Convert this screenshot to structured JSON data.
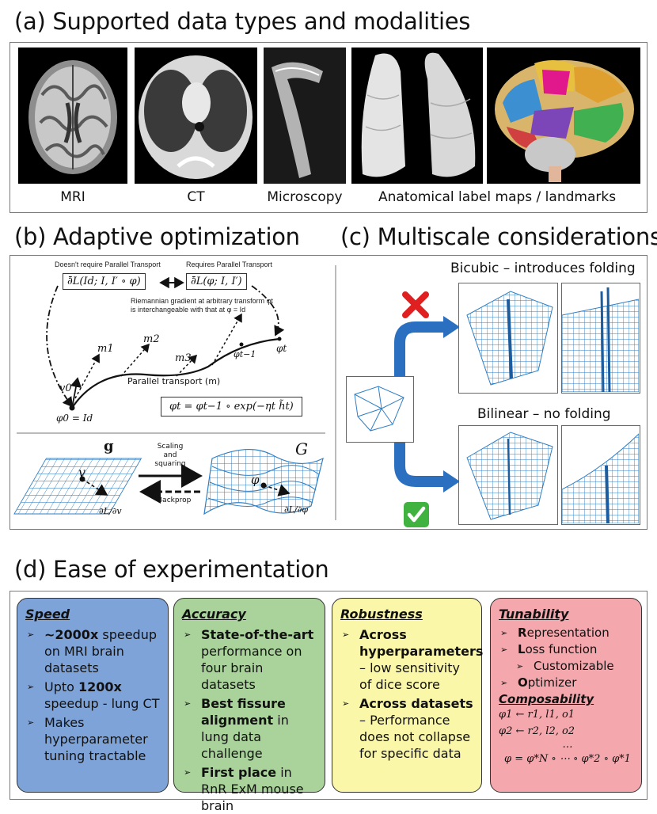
{
  "section_a": {
    "title": "(a) Supported data types and modalities",
    "captions": [
      "MRI",
      "CT",
      "Microscopy",
      "Anatomical label maps / landmarks"
    ]
  },
  "section_b": {
    "title": "(b) Adaptive optimization",
    "no_pt_label": "Doesn't require Parallel Transport",
    "pt_label": "Requires Parallel Transport",
    "grad_left": "∂̄L(Id; I, I′ ∘ φ)",
    "grad_right": "∂̄L(φ; I, I′)",
    "riemann_note_1": "Riemannian gradient at arbitrary transform φt",
    "riemann_note_2": "is interchangeable with that at φ = Id",
    "m1": "m1",
    "m2": "m2",
    "m3": "m3",
    "v0": "v0",
    "phi_t1": "φt−1",
    "phi_t": "φt",
    "phi0": "φ0 = Id",
    "parallel_transport": "Parallel transport (m)",
    "update_rule": "φt = φt−1 ∘ exp(−ηt h̃t)",
    "lie_algebra": "g",
    "lie_group": "G",
    "scaling": "Scaling",
    "and": "and",
    "squaring": "squaring",
    "backprop": "Backprop",
    "v": "v",
    "phi": "φ",
    "dl_dv": "∂L/∂v",
    "dl_dphi": "∂L/∂φ"
  },
  "section_c": {
    "title": "(c) Multiscale considerations",
    "bicubic": "Bicubic – introduces folding",
    "bilinear": "Bilinear – no folding",
    "cross_icon": "cross-mark-icon",
    "check_icon": "check-mark-icon"
  },
  "section_d": {
    "title": "(d) Ease of experimentation",
    "speed": {
      "title": "Speed",
      "items": [
        {
          "pre": "",
          "bold": "~2000x",
          "post": " speedup on MRI brain datasets"
        },
        {
          "pre": "Upto ",
          "bold": "1200x",
          "post": " speedup - lung CT"
        },
        {
          "pre": "Makes hyperparameter tuning tractable",
          "bold": "",
          "post": ""
        }
      ]
    },
    "accuracy": {
      "title": "Accuracy",
      "items": [
        {
          "pre": "",
          "bold": "State-of-the-art",
          "post": " performance on four brain datasets"
        },
        {
          "pre": "",
          "bold": "Best fissure alignment",
          "post": " in lung data challenge"
        },
        {
          "pre": "",
          "bold": "First place",
          "post": " in RnR ExM mouse brain"
        }
      ]
    },
    "robustness": {
      "title": "Robustness",
      "items": [
        {
          "pre": "",
          "bold": "Across hyperparameters",
          "post": " – low sensitivity of dice score"
        },
        {
          "pre": "",
          "bold": "Across datasets",
          "post": " – Performance does not collapse for specific data"
        }
      ]
    },
    "tunability": {
      "title": "Tunability",
      "r_bold": "R",
      "r_rest": "epresentation",
      "l_bold": "L",
      "l_rest": "oss function",
      "custom": "Customizable",
      "o_bold": "O",
      "o_rest": "ptimizer",
      "composability": "Composability",
      "f1": "φ1 ← r1, l1, o1",
      "f2": "φ2 ← r2, l2, o2",
      "dots": "…",
      "f3": "φ = φ*N ∘ ⋯ ∘ φ*2 ∘ φ*1"
    }
  }
}
